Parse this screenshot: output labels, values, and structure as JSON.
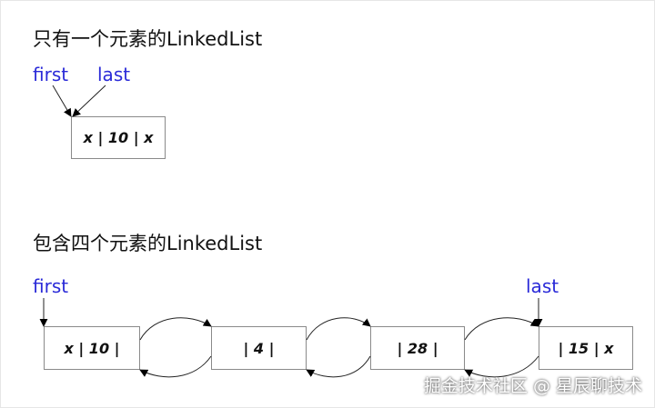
{
  "sections": {
    "single": {
      "title": "只有一个元素的LinkedList"
    },
    "four": {
      "title": "包含四个元素的LinkedList"
    }
  },
  "pointers": {
    "first": "first",
    "last": "last"
  },
  "single_node": {
    "label": "x | 10 | x"
  },
  "four_nodes": [
    {
      "label": "x | 10 |"
    },
    {
      "label": "| 4 |"
    },
    {
      "label": "| 28 |"
    },
    {
      "label": "| 15 | x"
    }
  ],
  "watermark": "掘金技术社区 @ 星辰聊技术"
}
